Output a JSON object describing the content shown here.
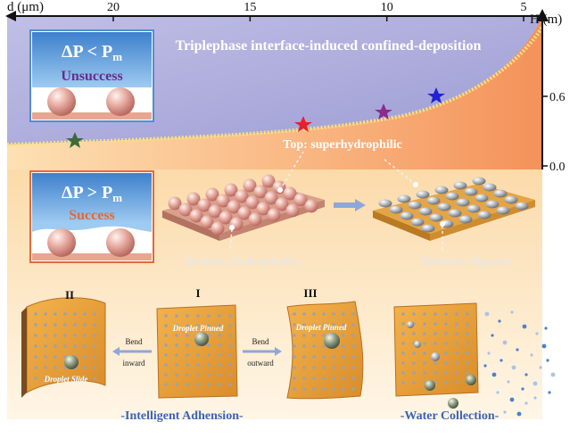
{
  "top_axis": {
    "label": "d (μm)",
    "ticks": [
      {
        "label": "20",
        "value": 20
      },
      {
        "label": "15",
        "value": 15
      },
      {
        "label": "10",
        "value": 10
      },
      {
        "label": "5",
        "value": 5
      }
    ]
  },
  "right_axis": {
    "label": "H (m)",
    "ticks": [
      {
        "label": "0.6",
        "value": 0.6
      },
      {
        "label": "0.0",
        "value": 0.0
      }
    ]
  },
  "banner": "Triplephase interface-induced confined-deposition",
  "box_unsuccess": {
    "condition_main": "ΔP < P",
    "condition_sub": "m",
    "result": "Unsuccess"
  },
  "box_success": {
    "condition_main": "ΔP > P",
    "condition_sub": "m",
    "result": "Success"
  },
  "labels": {
    "top_surface": "Top: superhydrophilic",
    "bottom_left": "Bottom: hydrophobic",
    "bottom_right": "Bottom: slippery"
  },
  "panels": {
    "II": "II",
    "I": "I",
    "III": "III",
    "droplet_pinned": "Droplet Pinned",
    "droplet_pinned_bent": "Droplet Pinned",
    "droplet_slide": "Droplet Slide",
    "bend_inward_1": "Bend",
    "bend_inward_2": "inward",
    "bend_outward_1": "Bend",
    "bend_outward_2": "outward"
  },
  "captions": {
    "left": "-Intelligent Adhension-",
    "right": "-Water Collection-"
  },
  "colors": {
    "purple_region": "#a9a9d6",
    "orange_region": "#f6a66e",
    "caption_blue": "#3a64b8",
    "box_blue": "#4f8fd0"
  }
}
